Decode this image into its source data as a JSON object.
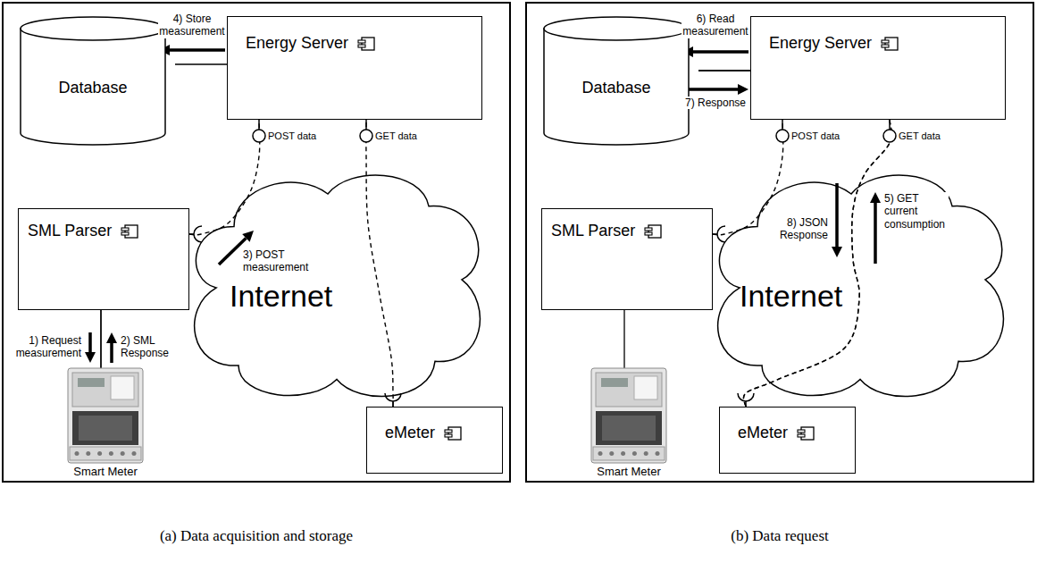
{
  "diagram": {
    "nodes": [
      {
        "text": [
          "(a) Data acquisition and storage"
        ]
      },
      {
        "text": [
          "Database"
        ],
        "in": 0
      },
      {
        "text": [
          "Energy Server"
        ],
        "in": 0
      },
      {
        "text": [
          "SML Parser"
        ],
        "in": 0
      },
      {
        "text": [
          "Internet"
        ],
        "in": 0
      },
      {
        "text": [
          "Smart Meter"
        ],
        "in": 0
      },
      {
        "text": [
          "eMeter"
        ],
        "in": 0
      },
      {
        "text": [
          "(b) Data request"
        ]
      },
      {
        "text": [
          "Database"
        ],
        "in": 7
      },
      {
        "text": [
          "Energy Server"
        ],
        "in": 7
      },
      {
        "text": [
          "SML Parser"
        ],
        "in": 7
      },
      {
        "text": [
          "Internet"
        ],
        "in": 7
      },
      {
        "text": [
          "Smart Meter"
        ],
        "in": 7
      },
      {
        "text": [
          "eMeter"
        ],
        "in": 7
      }
    ],
    "edges": [
      {
        "from": 3,
        "to": 5,
        "label": "1) Request measurement",
        "arrow": "to"
      },
      {
        "from": 5,
        "to": 3,
        "label": "2) SML Response",
        "arrow": "to"
      },
      {
        "from": 3,
        "to": 2,
        "label": "3) POST measurement",
        "arrow": "to"
      },
      {
        "from": 2,
        "to": 1,
        "label": "4) Store measurement",
        "arrow": "to"
      },
      {
        "from": 6,
        "to": 2,
        "arrow": "none"
      },
      {
        "from": 10,
        "to": 12,
        "arrow": "none"
      },
      {
        "from": 10,
        "to": 9,
        "arrow": "none"
      },
      {
        "from": 13,
        "to": 9,
        "label": "5) GET current consumption",
        "arrow": "to"
      },
      {
        "from": 9,
        "to": 8,
        "label": "6) Read measurement",
        "arrow": "to"
      },
      {
        "from": 8,
        "to": 9,
        "label": "7) Response",
        "arrow": "to"
      },
      {
        "from": 9,
        "to": 13,
        "label": "8) JSON Response",
        "arrow": "to"
      }
    ],
    "labels": [
      "POST data",
      "GET data",
      "POST data",
      "GET data"
    ]
  }
}
